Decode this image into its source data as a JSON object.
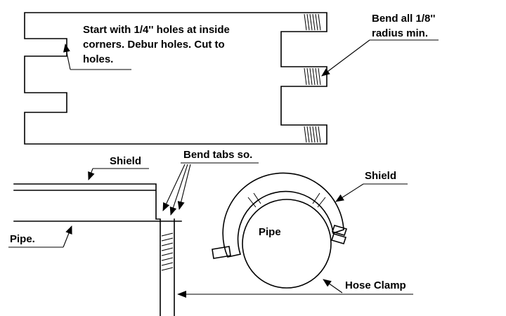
{
  "colors": {
    "ink": "#000000",
    "paper": "#ffffff"
  },
  "flat_pattern_view": {
    "holes_note_lines": [
      "Start with 1/4'' holes at inside",
      "corners. Debur holes. Cut to",
      "holes."
    ],
    "bend_note_lines": [
      "Bend all 1/8''",
      "radius min."
    ]
  },
  "side_view": {
    "shield_label": "Shield",
    "bend_tabs_label": "Bend tabs so.",
    "pipe_label": "Pipe."
  },
  "end_view": {
    "pipe_label": "Pipe",
    "shield_label": "Shield",
    "hose_clamp_label": "Hose Clamp"
  }
}
